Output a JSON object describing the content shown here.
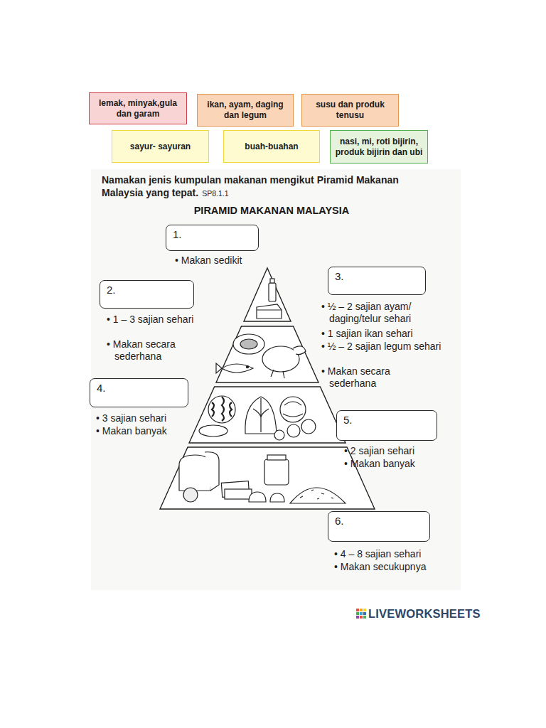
{
  "diagram": {
    "title": "PIRAMID MAKANAN MALAYSIA",
    "nodes": [
      {
        "text": [
          "lemak, minyak,gula dan garam"
        ]
      },
      {
        "text": [
          "ikan, ayam, daging dan legum"
        ]
      },
      {
        "text": [
          "susu dan produk tenusu"
        ]
      },
      {
        "text": [
          "sayur- sayuran"
        ]
      },
      {
        "text": [
          "buah-buahan"
        ]
      },
      {
        "text": [
          "nasi, mi, roti bijirin, produk bijirin dan ubi"
        ]
      },
      {
        "text": [
          "1."
        ]
      },
      {
        "text": [
          "2."
        ]
      },
      {
        "text": [
          "3."
        ]
      },
      {
        "text": [
          "4."
        ]
      },
      {
        "text": [
          "5."
        ]
      },
      {
        "text": [
          "6."
        ]
      }
    ],
    "labels": [
      "Namakan jenis kumpulan makanan mengikut Piramid Makanan Malaysia yang tepat.",
      "SP8.1.1",
      "• Makan sedikit",
      "• 1 – 3 sajian sehari",
      "• Makan secara sederhana",
      "• ½ – 2 sajian ayam/ daging/telur sehari",
      "• 1 sajian ikan sehari",
      "• ½ – 2 sajian legum sehari",
      "• Makan secara sederhana",
      "• 3 sajian sehari",
      "• Makan banyak",
      "• 2 sajian sehari",
      "• Makan banyak",
      "• 4 – 8 sajian sehari",
      "• Makan secukupnya",
      "LIVEWORKSHEETS"
    ]
  }
}
